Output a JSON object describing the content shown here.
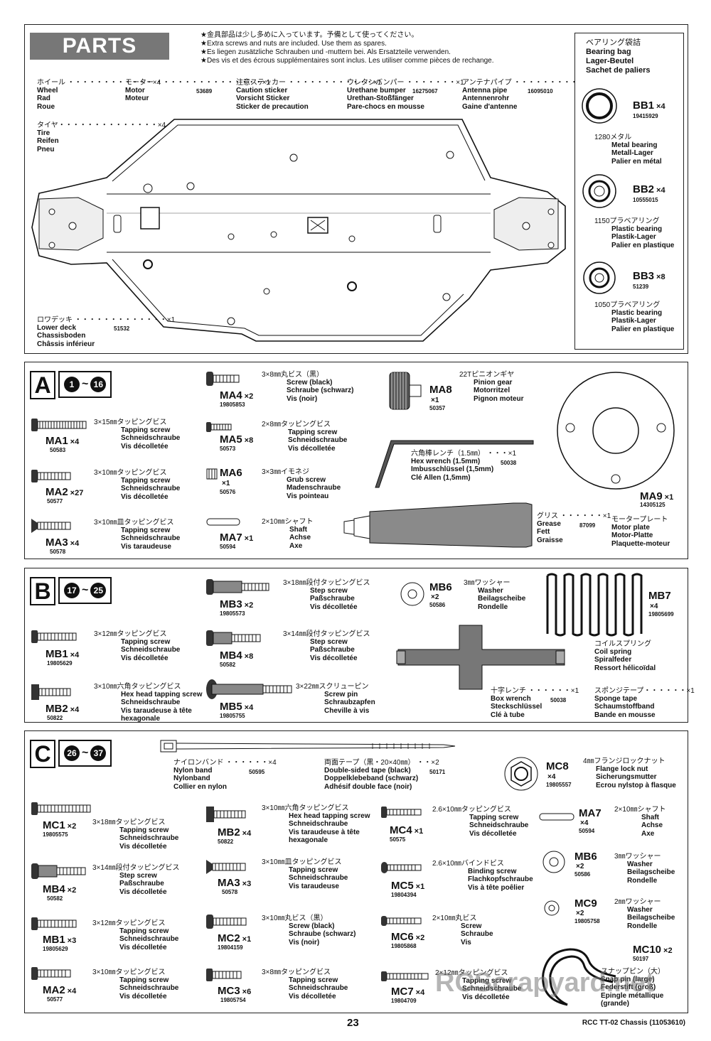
{
  "parts": {
    "title": "PARTS",
    "notes": [
      "★金具部品は少し多めに入っています。予備として使ってください。",
      "★Extra screws and nuts are included. Use them as spares.",
      "★Es liegen zusätzliche Schrauben und -muttern bei. Als Ersatzteile verwenden.",
      "★Des vis et des écrous supplémentaires sont inclus. Les utiliser comme pièces de rechange."
    ],
    "wheel": {
      "jp": "ホイール ・・・・・・・・・・・・×4",
      "l1": "Wheel",
      "l2": "Rad",
      "l3": "Roue"
    },
    "tire": {
      "jp": "タイヤ・・・・・・・・・・・・・・×4",
      "l1": "Tire",
      "l2": "Reifen",
      "l3": "Pneu"
    },
    "motor": {
      "jp": "モーター ・・・・・・・・・・・・・・・×1",
      "l1": "Motor",
      "l2": "Moteur",
      "code": "53689"
    },
    "sticker": {
      "jp": "注意ステッカー ・・・・・・・・・・・・×1",
      "l1": "Caution sticker",
      "l2": "Vorsicht Sticker",
      "l3": "Sticker de precaution"
    },
    "bumper": {
      "jp": "ウレタンバンパー ・・・・・・・×1",
      "l1": "Urethane bumper",
      "l2": "Urethan-Stoßfänger",
      "l3": "Pare-chocs en mousse",
      "code": "16275067"
    },
    "antenna": {
      "jp": "アンテナパイプ ・・・・・・・・・・×1",
      "l1": "Antenna pipe",
      "l2": "Antennenrohr",
      "l3": "Gaine d'antenne",
      "code": "16095010"
    },
    "deck": {
      "jp": "ロワデッキ ・・・・・・・・・・・・・×1",
      "l1": "Lower deck",
      "l2": "Chassisboden",
      "l3": "Châssis inférieur",
      "code": "51532"
    },
    "bearing_bag": {
      "jp": "ベアリング袋詰",
      "l1": "Bearing bag",
      "l2": "Lager-Beutel",
      "l3": "Sachet de paliers"
    },
    "bb1": {
      "label": "BB1",
      "qty": "×4",
      "code": "19415929",
      "jp": "1280メタル",
      "l1": "Metal bearing",
      "l2": "Metall-Lager",
      "l3": "Palier en métal"
    },
    "bb2": {
      "label": "BB2",
      "qty": "×4",
      "code": "10555015",
      "jp": "1150プラベアリング",
      "l1": "Plastic bearing",
      "l2": "Plastik-Lager",
      "l3": "Palier en plastique"
    },
    "bb3": {
      "label": "BB3",
      "qty": "×8",
      "code": "51239",
      "jp": "1050プラベアリング",
      "l1": "Plastic bearing",
      "l2": "Plastik-Lager",
      "l3": "Palier en plastique"
    }
  },
  "sectionA": {
    "letter": "A",
    "from": "1",
    "to": "16",
    "ma1": {
      "label": "MA1",
      "qty": "×4",
      "code": "50583",
      "jp": "3×15㎜タッピングビス",
      "l1": "Tapping screw",
      "l2": "Schneidschraube",
      "l3": "Vis décolletée"
    },
    "ma2": {
      "label": "MA2",
      "qty": "×27",
      "code": "50577",
      "jp": "3×10㎜タッピングビス",
      "l1": "Tapping screw",
      "l2": "Schneidschraube",
      "l3": "Vis décolletée"
    },
    "ma3": {
      "label": "MA3",
      "qty": "×4",
      "code": "50578",
      "jp": "3×10㎜皿タッピングビス",
      "l1": "Tapping screw",
      "l2": "Schneidschraube",
      "l3": "Vis taraudeuse"
    },
    "ma4": {
      "label": "MA4",
      "qty": "×2",
      "code": "19805853",
      "jp": "3×8㎜丸ビス（黒）",
      "l1": "Screw (black)",
      "l2": "Schraube (schwarz)",
      "l3": "Vis (noir)"
    },
    "ma5": {
      "label": "MA5",
      "qty": "×8",
      "code": "50573",
      "jp": "2×8㎜タッピングビス",
      "l1": "Tapping screw",
      "l2": "Schneidschraube",
      "l3": "Vis décolletée"
    },
    "ma6": {
      "label": "MA6",
      "qty": "×1",
      "code": "50576",
      "jp": "3×3㎜イモネジ",
      "l1": "Grub screw",
      "l2": "Madenschraube",
      "l3": "Vis pointeau"
    },
    "ma7": {
      "label": "MA7",
      "qty": "×1",
      "code": "50594",
      "jp": "2×10㎜シャフト",
      "l1": "Shaft",
      "l2": "Achse",
      "l3": "Axe"
    },
    "ma8": {
      "label": "MA8",
      "qty": "×1",
      "code": "50357",
      "jp": "22Tピニオンギヤ",
      "l1": "Pinion gear",
      "l2": "Motorritzel",
      "l3": "Pignon moteur"
    },
    "wrench": {
      "jp": "六角棒レンチ（1.5㎜） ・・・×1",
      "l1": "Hex wrench (1.5mm)",
      "l2": "Imbusschlüssel (1,5mm)",
      "l3": "Clé Allen (1,5mm)",
      "code": "50038"
    },
    "grease": {
      "jp": "グリス ・・・・・・×1",
      "l1": "Grease",
      "l2": "Fett",
      "l3": "Graisse",
      "code": "87099"
    },
    "ma9": {
      "label": "MA9",
      "qty": "×1",
      "code": "14305125",
      "jp": "モータープレート",
      "l1": "Motor plate",
      "l2": "Motor-Platte",
      "l3": "Plaquette-moteur"
    }
  },
  "sectionB": {
    "letter": "B",
    "from": "17",
    "to": "25",
    "mb1": {
      "label": "MB1",
      "qty": "×4",
      "code": "19805629",
      "jp": "3×12㎜タッピングビス",
      "l1": "Tapping screw",
      "l2": "Schneidschraube",
      "l3": "Vis décolletée"
    },
    "mb2": {
      "label": "MB2",
      "qty": "×4",
      "code": "50822",
      "jp": "3×10㎜六角タッピングビス",
      "l1": "Hex head tapping screw",
      "l2": "Schneidschraube",
      "l3": "Vis taraudeuse à tête",
      "l4": "hexagonale"
    },
    "mb3": {
      "label": "MB3",
      "qty": "×2",
      "code": "19805573",
      "jp": "3×18㎜段付タッピングビス",
      "l1": "Step screw",
      "l2": "Paßschraube",
      "l3": "Vis décolletée"
    },
    "mb4": {
      "label": "MB4",
      "qty": "×8",
      "code": "50582",
      "jp": "3×14㎜段付タッピングビス",
      "l1": "Step screw",
      "l2": "Paßschraube",
      "l3": "Vis décolletée"
    },
    "mb5": {
      "label": "MB5",
      "qty": "×4",
      "code": "19805755",
      "jp": "3×22㎜スクリューピン",
      "l1": "Screw pin",
      "l2": "Schraubzapfen",
      "l3": "Cheville à vis"
    },
    "mb6": {
      "label": "MB6",
      "qty": "×2",
      "code": "50586",
      "jp": "3㎜ワッシャー",
      "l1": "Washer",
      "l2": "Beilagscheibe",
      "l3": "Rondelle"
    },
    "mb7": {
      "label": "MB7",
      "qty": "×4",
      "code": "19805699",
      "jp": "コイルスプリング",
      "l1": "Coil spring",
      "l2": "Spiralfeder",
      "l3": "Ressort hélicoïdal"
    },
    "cross": {
      "jp": "十字レンチ ・・・・・・×1",
      "l1": "Box wrench",
      "l2": "Steckschlüssel",
      "l3": "Clé à tube",
      "code": "50038"
    },
    "sponge": {
      "jp": "スポンジテープ・・・・・・×1",
      "l1": "Sponge tape",
      "l2": "Schaumstoffband",
      "l3": "Bande en mousse"
    }
  },
  "sectionC": {
    "letter": "C",
    "from": "26",
    "to": "37",
    "nylon": {
      "jp": "ナイロンバンド ・・・・・・×4",
      "l1": "Nylon band",
      "l2": "Nylonband",
      "l3": "Collier en nylon",
      "code": "50595"
    },
    "tape": {
      "jp": "両面テープ（黒・20×40㎜） ・・×2",
      "l1": "Double-sided tape (black)",
      "l2": "Doppelklebeband (schwarz)",
      "l3": "Adhésif double face (noir)",
      "code": "50171"
    },
    "mc8": {
      "label": "MC8",
      "qty": "×4",
      "code": "19805557",
      "jp": "4㎜フランジロックナット",
      "l1": "Flange lock nut",
      "l2": "Sicherungsmutter",
      "l3": "Ecrou nylstop à flasque"
    },
    "mc1": {
      "label": "MC1",
      "qty": "×2",
      "code": "19805575",
      "jp": "3×18㎜タッピングビス",
      "l1": "Tapping screw",
      "l2": "Schneidschraube",
      "l3": "Vis décolletée"
    },
    "mb4c": {
      "label": "MB4",
      "qty": "×2",
      "code": "50582",
      "jp": "3×14㎜段付タッピングビス",
      "l1": "Step screw",
      "l2": "Paßschraube",
      "l3": "Vis décolletée"
    },
    "mb1c": {
      "label": "MB1",
      "qty": "×3",
      "code": "19805629",
      "jp": "3×12㎜タッピングビス",
      "l1": "Tapping screw",
      "l2": "Schneidschraube",
      "l3": "Vis décolletée"
    },
    "ma2c": {
      "label": "MA2",
      "qty": "×4",
      "code": "50577",
      "jp": "3×10㎜タッピングビス",
      "l1": "Tapping screw",
      "l2": "Schneidschraube",
      "l3": "Vis décolletée"
    },
    "mb2c": {
      "label": "MB2",
      "qty": "×4",
      "code": "50822",
      "jp": "3×10㎜六角タッピングビス",
      "l1": "Hex head tapping screw",
      "l2": "Schneidschraube",
      "l3": "Vis taraudeuse à tête",
      "l4": "hexagonale"
    },
    "ma3c": {
      "label": "MA3",
      "qty": "×3",
      "code": "50578",
      "jp": "3×10㎜皿タッピングビス",
      "l1": "Tapping screw",
      "l2": "Schneidschraube",
      "l3": "Vis taraudeuse"
    },
    "mc2": {
      "label": "MC2",
      "qty": "×1",
      "code": "19804159",
      "jp": "3×10㎜丸ビス（黒）",
      "l1": "Screw (black)",
      "l2": "Schraube (schwarz)",
      "l3": "Vis (noir)"
    },
    "mc3": {
      "label": "MC3",
      "qty": "×6",
      "code": "19805754",
      "jp": "3×8㎜タッピングビス",
      "l1": "Tapping screw",
      "l2": "Schneidschraube",
      "l3": "Vis décolletée"
    },
    "mc4": {
      "label": "MC4",
      "qty": "×1",
      "code": "50575",
      "jp": "2.6×10㎜タッピングビス",
      "l1": "Tapping screw",
      "l2": "Schneidschraube",
      "l3": "Vis décolletée"
    },
    "mc5": {
      "label": "MC5",
      "qty": "×1",
      "code": "19804394",
      "jp": "2.6×10㎜バインドビス",
      "l1": "Binding screw",
      "l2": "Flachkopfschraube",
      "l3": "Vis à tête poêlier"
    },
    "mc6": {
      "label": "MC6",
      "qty": "×2",
      "code": "19805868",
      "jp": "2×10㎜丸ビス",
      "l1": "Screw",
      "l2": "Schraube",
      "l3": "Vis"
    },
    "mc7": {
      "label": "MC7",
      "qty": "×4",
      "code": "19804709",
      "jp": "2×12㎜タッピングビス",
      "l1": "Tapping screw",
      "l2": "Schneidschraube",
      "l3": "Vis décolletée"
    },
    "ma7c": {
      "label": "MA7",
      "qty": "×4",
      "code": "50594",
      "jp": "2×10㎜シャフト",
      "l1": "Shaft",
      "l2": "Achse",
      "l3": "Axe"
    },
    "mb6c": {
      "label": "MB6",
      "qty": "×2",
      "code": "50586",
      "jp": "3㎜ワッシャー",
      "l1": "Washer",
      "l2": "Beilagscheibe",
      "l3": "Rondelle"
    },
    "mc9": {
      "label": "MC9",
      "qty": "×2",
      "code": "19805758",
      "jp": "2㎜ワッシャー",
      "l1": "Washer",
      "l2": "Beilagscheibe",
      "l3": "Rondelle"
    },
    "mc10": {
      "label": "MC10",
      "qty": "×2",
      "code": "50197",
      "jp": "スナップピン（大）",
      "l1": "Snap pin (large)",
      "l2": "Federstift (groß)",
      "l3": "Epingle métallique",
      "l4": "(grande)"
    }
  },
  "footer": {
    "page": "23",
    "right": "RCC TT-02 Chassis (11053610)",
    "watermark": "RCScrapyard.net"
  }
}
